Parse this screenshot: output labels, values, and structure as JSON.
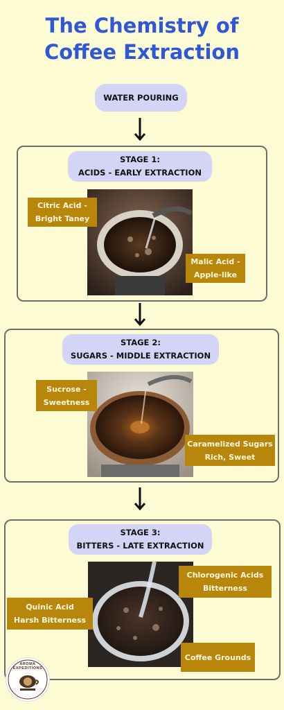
{
  "title": {
    "line1": "The Chemistry of",
    "line2": "Coffee Extraction"
  },
  "start": {
    "label": "WATER POURING"
  },
  "stages": [
    {
      "heading": "STAGE 1:",
      "subheading": "ACIDS - EARLY EXTRACTION",
      "tags": [
        {
          "line1": "Citric Acid -",
          "line2": "Bright Taney"
        },
        {
          "line1": "Malic Acid -",
          "line2": "Apple-like"
        }
      ]
    },
    {
      "heading": "STAGE 2:",
      "subheading": "SUGARS - MIDDLE EXTRACTION",
      "tags": [
        {
          "line1": "Sucrose -",
          "line2": "Sweetness"
        },
        {
          "line1": "Caramelized Sugars",
          "line2": "Rich, Sweet"
        }
      ]
    },
    {
      "heading": "STAGE 3:",
      "subheading": "BITTERS - LATE EXTRACTION",
      "tags": [
        {
          "line1": "Chlorogenic Acids",
          "line2": "Bitterness"
        },
        {
          "line1": "Quinic Acid",
          "line2": "Harsh Bitterness"
        },
        {
          "line1": "Coffee Grounds"
        }
      ]
    }
  ],
  "logo": {
    "text": "AROMA EXPEDITIONS"
  },
  "colors": {
    "background": "#fdfbd3",
    "title": "#2f57d6",
    "pill": "#d4d4f7",
    "tag": "#b8860b",
    "border": "#6d6d6d"
  }
}
